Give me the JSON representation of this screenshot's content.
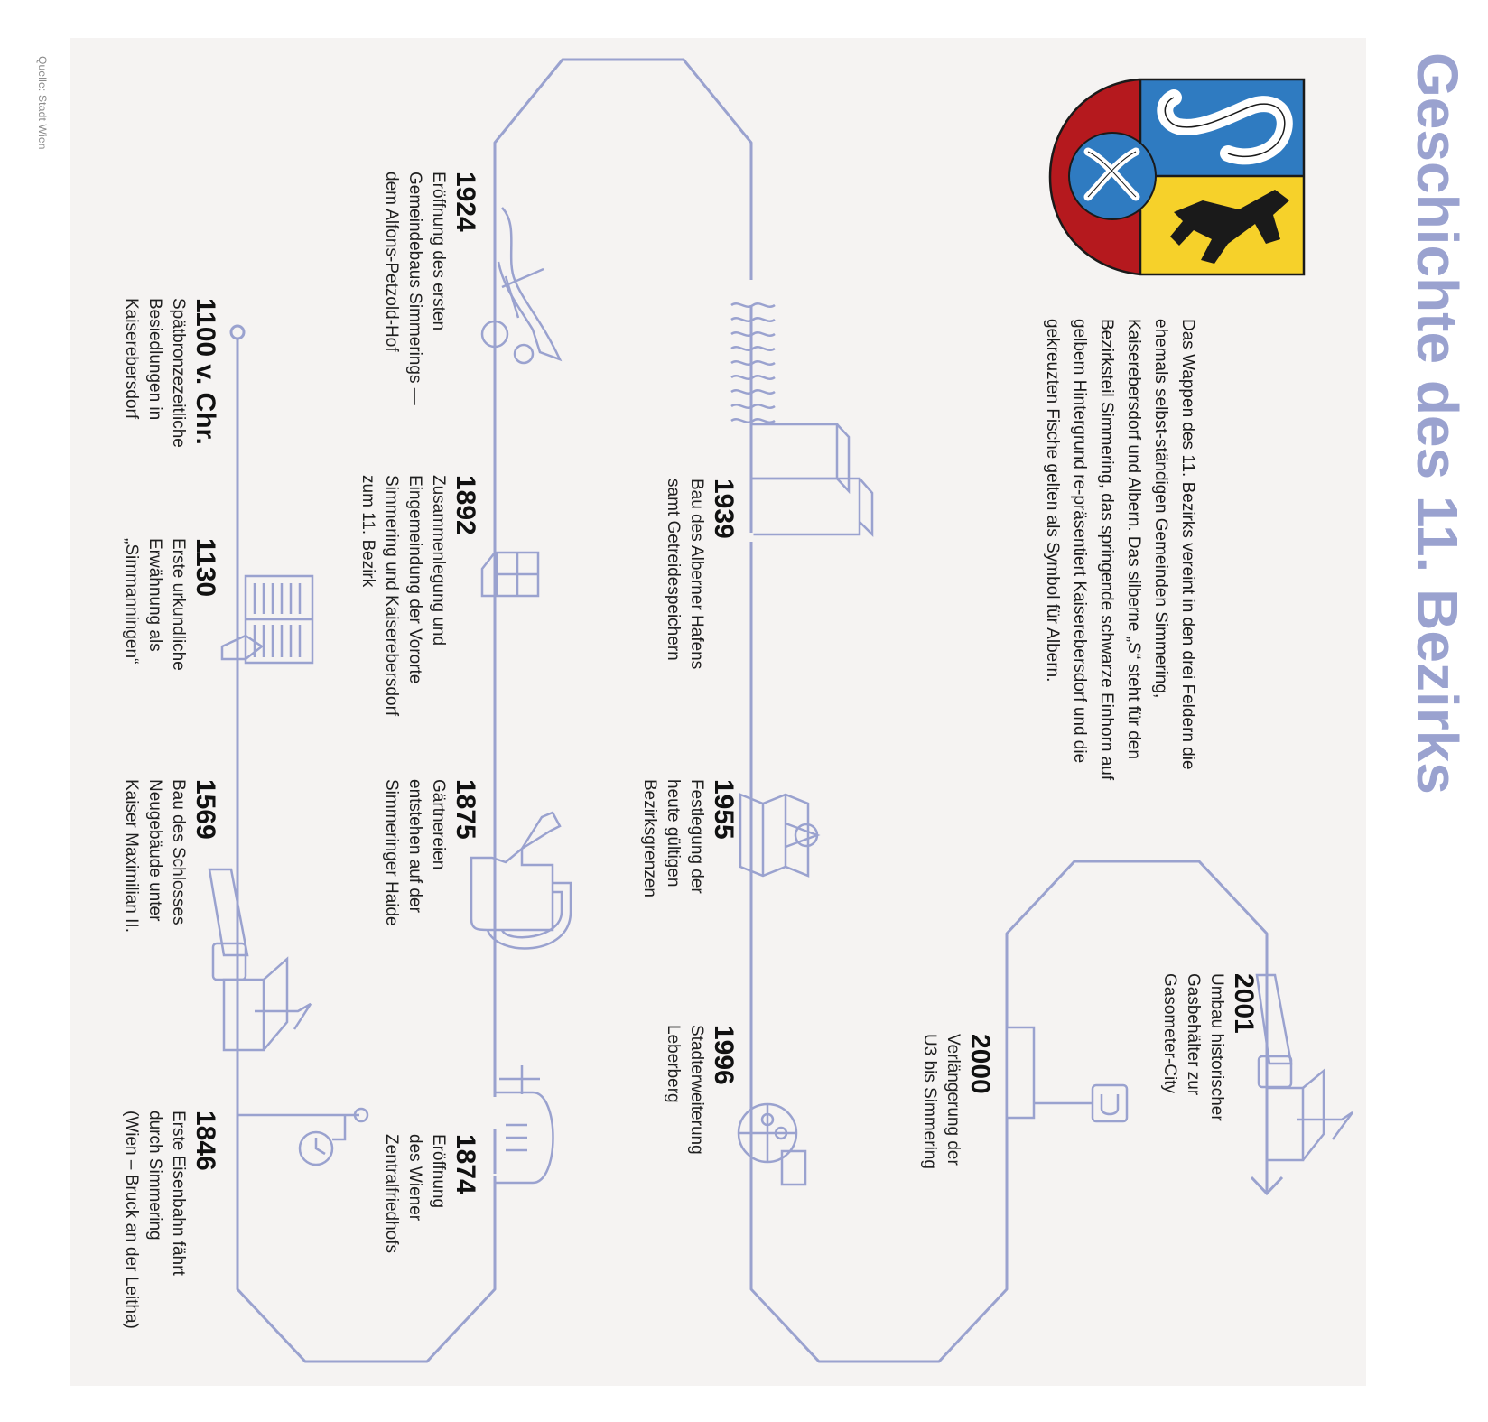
{
  "source": "Quelle: Stadt Wien",
  "title": "Geschichte des 11. Bezirks",
  "coat_of_arms_text": "Das Wappen des 11. Bezirks vereint in den drei Feldern die ehemals selbst-ständigen Gemeinden Simmering, Kaiserebersdorf und Albern. Das silberne „S“ steht für den Bezirksteil Simmering, das springende schwarze Einhorn auf gelbem Hintergrund re-präsentiert Kaiserebersdorf und die gekreuzten Fische gelten als Symbol für Albern.",
  "colors": {
    "line": "#9aa2cf",
    "panel": "#f5f3f2",
    "red": "#b5191e",
    "blue": "#2f7bc1",
    "yellow": "#f6d12a",
    "black": "#1a1a1a"
  },
  "events": [
    {
      "year": "1100 v. Chr.",
      "text": [
        "Spätbronzezeitliche",
        "Besiedlungen in",
        "Kaiserebersdorf"
      ],
      "icon": "start-dot-icon"
    },
    {
      "year": "1130",
      "text": [
        "Erste urkundliche",
        "Erwähnung als",
        "„Simmanningen“"
      ],
      "icon": "book-icon"
    },
    {
      "year": "1569",
      "text": [
        "Bau des Schlosses",
        "Neugebäude unter",
        "Kaiser Maximilian II."
      ],
      "icon": "saw-icon"
    },
    {
      "year": "1846",
      "text": [
        "Erste Eisenbahn fährt",
        "durch Simmering",
        "(Wien – Bruck an der Leitha)"
      ],
      "icon": "station-clock-icon"
    },
    {
      "year": "1874",
      "text": [
        "Eröffnung",
        "des Wiener",
        "Zentralfriedhofs"
      ],
      "icon": "gravestone-icon"
    },
    {
      "year": "1875",
      "text": [
        "Gärtnereien",
        "entstehen auf der",
        "Simmeringer Haide"
      ],
      "icon": "watering-can-icon"
    },
    {
      "year": "1892",
      "text": [
        "Zusammenlegung und",
        "Eingemeindung der Vororte",
        "Simmering und Kaiserebersdorf",
        "zum 11. Bezirk"
      ],
      "icon": "merge-icon"
    },
    {
      "year": "1924",
      "text": [
        "Eröffnung des ersten",
        "Gemeindebaus Simmerings —",
        "dem Alfons-Petzold-Hof"
      ],
      "icon": "scissors-ribbon-icon"
    },
    {
      "year": "1939",
      "text": [
        "Bau des Alberner Hafens",
        "samt Getreidespeichern"
      ],
      "icon": "harbor-icon"
    },
    {
      "year": "1955",
      "text": [
        "Festlegung der",
        "heute gültigen",
        "Bezirksgrenzen"
      ],
      "icon": "map-pin-icon"
    },
    {
      "year": "1996",
      "text": [
        "Stadterweiterung",
        "Leberberg"
      ],
      "icon": "puzzle-icon"
    },
    {
      "year": "2000",
      "text": [
        "Verlängerung der",
        "U3 bis Simmering"
      ],
      "icon": "metro-sign-icon"
    },
    {
      "year": "2001",
      "text": [
        "Umbau historischer",
        "Gasbehälter zur",
        "Gasometer-City"
      ],
      "icon": "construction-icon"
    }
  ]
}
